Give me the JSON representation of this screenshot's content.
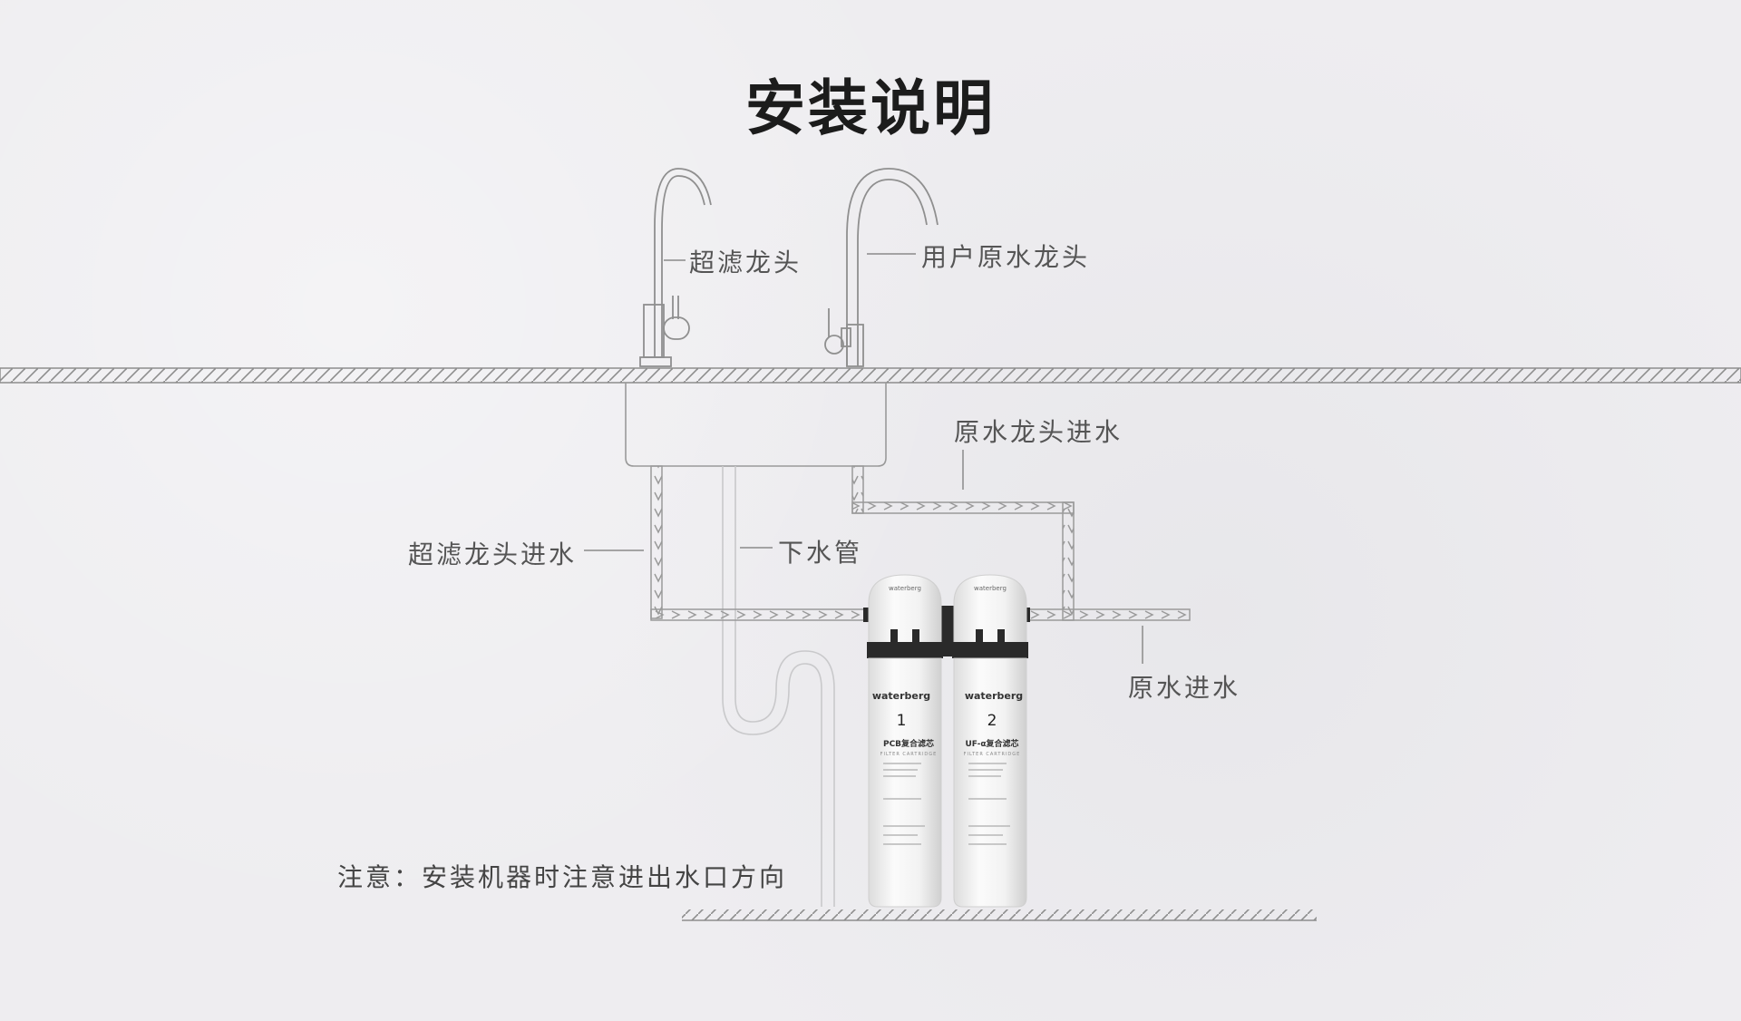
{
  "title": "安装说明",
  "labels": {
    "uf_faucet": "超滤龙头",
    "user_raw_faucet": "用户原水龙头",
    "raw_faucet_inlet": "原水龙头进水",
    "uf_faucet_inlet": "超滤龙头进水",
    "drain_pipe": "下水管",
    "raw_water_inlet": "原水进水"
  },
  "note": "注意：安装机器时注意进出水口方向",
  "filters": [
    {
      "brand": "waterberg",
      "number": "1",
      "name": "PCB复合滤芯",
      "subtitle": "FILTER CARTRIDGE"
    },
    {
      "brand": "waterberg",
      "number": "2",
      "name": "UF-α复合滤芯",
      "subtitle": "FILTER CARTRIDGE"
    }
  ],
  "colors": {
    "background": "#eeedf0",
    "line": "#9a9a9a",
    "title": "#1c1c1c",
    "label": "#555555",
    "filter_body": "#f4f4f4",
    "filter_band": "#2a2a2a"
  }
}
